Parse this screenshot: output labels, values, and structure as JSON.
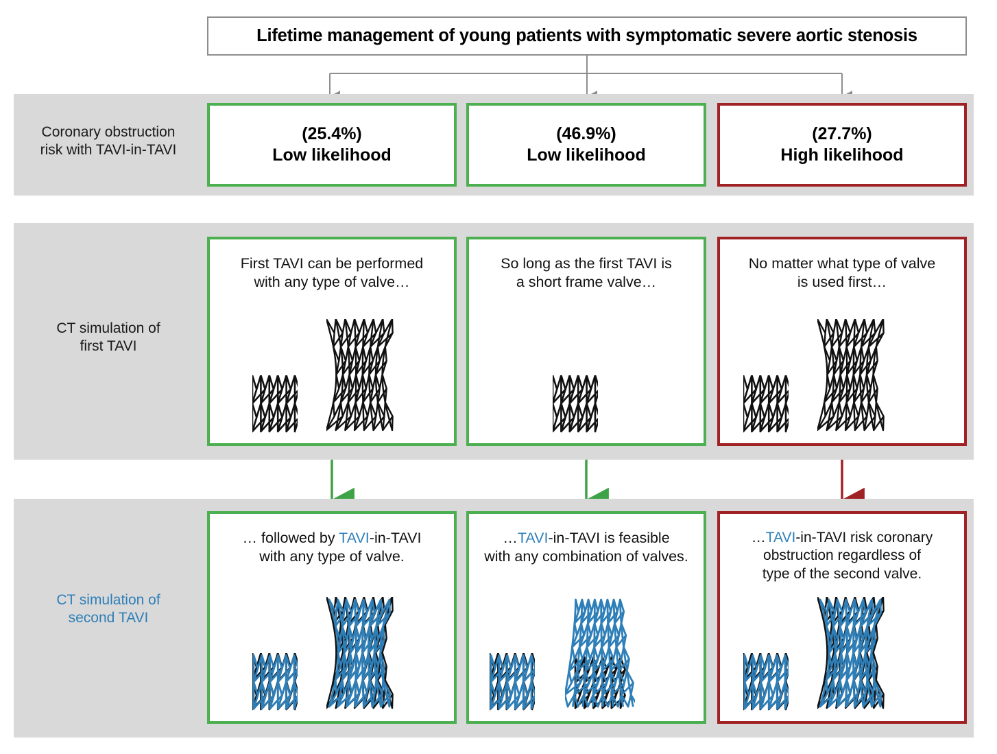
{
  "title": {
    "text": "Lifetime management of young patients with symptomatic severe aortic stenosis"
  },
  "colors": {
    "green": "#4caf50",
    "red": "#a02225",
    "blue": "#2e7fb8",
    "band_gray": "#d9d9d9",
    "connector_gray": "#8d8d8d"
  },
  "rows": [
    {
      "label": "Coronary obstruction\nrisk with TAVI-in-TAVI",
      "label_line1": "Coronary obstruction",
      "label_line2": "risk with TAVI-in-TAVI",
      "label_color": "#1a1a1a"
    },
    {
      "label": "CT simulation of\nfirst TAVI",
      "label_line1": "CT simulation of",
      "label_line2": "first TAVI",
      "label_color": "#1a1a1a"
    },
    {
      "label": "CT simulation of\nsecond TAVI",
      "label_line1": "CT simulation of",
      "label_line2": "second TAVI",
      "label_color": "#2e7fb8"
    }
  ],
  "columns": [
    {
      "status": "low",
      "border_color": "#4caf50",
      "risk": {
        "percent": "(25.4%)",
        "likelihood": "Low likelihood"
      },
      "first_tavi": {
        "line1": "First TAVI can be performed",
        "line2": "with any type of valve…",
        "valves": [
          "short-frame-balloon-expandable",
          "tall-frame-self-expanding"
        ]
      },
      "second_tavi": {
        "prefix": "… followed by ",
        "highlight": "TAVI",
        "line1_rest": "-in-TAVI",
        "line2": "with any type of valve.",
        "valves": [
          "short-frame-balloon-expandable",
          "tall-frame-self-expanding"
        ]
      }
    },
    {
      "status": "low",
      "border_color": "#4caf50",
      "risk": {
        "percent": "(46.9%)",
        "likelihood": "Low likelihood"
      },
      "first_tavi": {
        "line1": "So long as the first TAVI is",
        "line2": "a short frame valve…",
        "valves": [
          "short-frame-balloon-expandable"
        ]
      },
      "second_tavi": {
        "prefix": "…",
        "highlight": "TAVI",
        "line1_rest": "-in-TAVI is feasible",
        "line2": "with any combination of valves.",
        "valves": [
          "short-frame-balloon-expandable",
          "tall-frame-self-expanding"
        ]
      }
    },
    {
      "status": "high",
      "border_color": "#a02225",
      "risk": {
        "percent": "(27.7%)",
        "likelihood": "High likelihood"
      },
      "first_tavi": {
        "line1": "No matter what type of valve",
        "line2": "is used first…",
        "valves": [
          "short-frame-balloon-expandable",
          "tall-frame-self-expanding"
        ]
      },
      "second_tavi": {
        "prefix": "…",
        "highlight": "TAVI",
        "line1_rest": "-in-TAVI risk coronary",
        "line2": "obstruction regardless of",
        "line3": "type of the second valve.",
        "valves": [
          "short-frame-balloon-expandable",
          "tall-frame-self-expanding"
        ]
      }
    }
  ],
  "connectors": {
    "title_to_risk": [
      "gray-arrow-left",
      "gray-arrow-center",
      "gray-arrow-right"
    ],
    "first_to_second": [
      "green-arrow",
      "green-arrow",
      "red-arrow"
    ]
  }
}
